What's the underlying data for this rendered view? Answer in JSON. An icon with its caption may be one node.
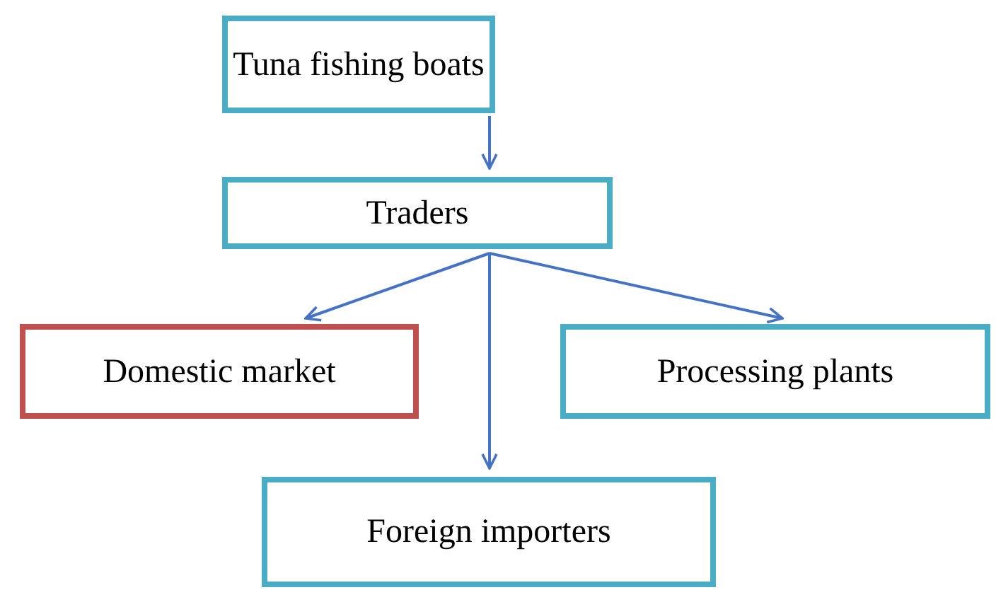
{
  "diagram": {
    "nodes": [
      {
        "text": [
          "Tuna fishing boats"
        ]
      },
      {
        "text": [
          "Traders"
        ]
      },
      {
        "text": [
          "Domestic market"
        ]
      },
      {
        "text": [
          "Processing plants"
        ]
      },
      {
        "text": [
          "Foreign importers"
        ]
      }
    ],
    "edges": [
      {
        "from": 0,
        "to": 1,
        "arrow": "to"
      },
      {
        "from": 1,
        "to": 2,
        "arrow": "to"
      },
      {
        "from": 1,
        "to": 3,
        "arrow": "to"
      },
      {
        "from": 1,
        "to": 4,
        "arrow": "to"
      }
    ]
  }
}
